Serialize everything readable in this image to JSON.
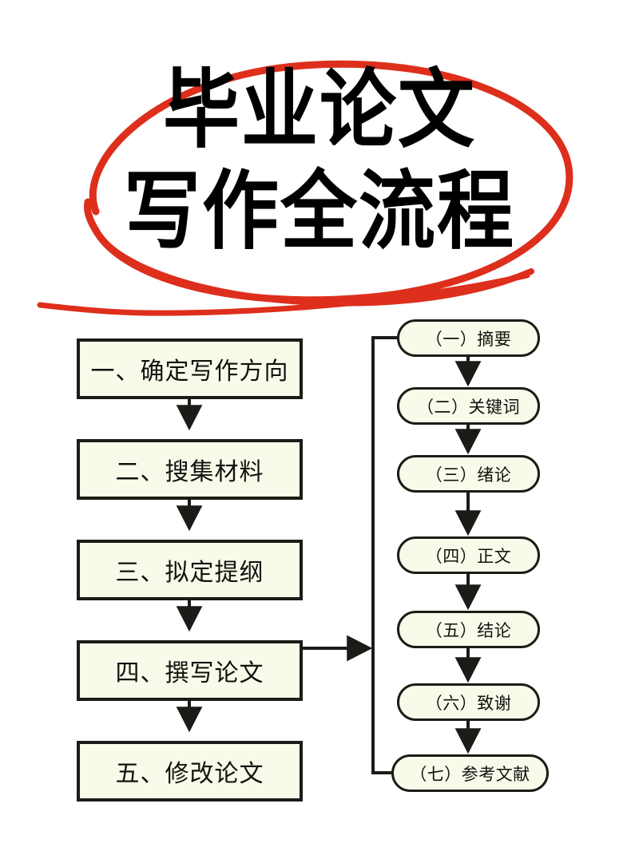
{
  "poster": {
    "background_color": "#ffffff",
    "accent_color": "#dd2f1c",
    "box_fill_color": "#fafaea",
    "box_border_color": "#1b1b17",
    "title": {
      "line1": "毕业论文",
      "line2": "写作全流程",
      "highlight_shape": "hand-drawn-red-ellipse"
    }
  },
  "chart_data": {
    "type": "diagram",
    "title": "毕业论文写作全流程",
    "orientation": "two-column-flowchart",
    "columns": [
      {
        "name": "main-process",
        "shape": "rectangle",
        "nodes": [
          "一、确定写作方向",
          "二、搜集材料",
          "三、拟定提纲",
          "四、撰写论文",
          "五、修改论文"
        ]
      },
      {
        "name": "paper-structure",
        "shape": "rounded-rectangle",
        "nodes": [
          "（一）摘要",
          "（二）关键词",
          "（三）绪论",
          "（四）正文",
          "（五）结论",
          "（六）致谢",
          "（七）参考文献"
        ]
      }
    ],
    "connections": [
      {
        "from": "一、确定写作方向",
        "to": "二、搜集材料",
        "style": "arrow-down"
      },
      {
        "from": "二、搜集材料",
        "to": "三、拟定提纲",
        "style": "arrow-down"
      },
      {
        "from": "三、拟定提纲",
        "to": "四、撰写论文",
        "style": "arrow-down"
      },
      {
        "from": "四、撰写论文",
        "to": "五、修改论文",
        "style": "arrow-down"
      },
      {
        "from": "四、撰写论文",
        "to": "paper-structure",
        "style": "arrow-right"
      },
      {
        "from": "（一）摘要",
        "to": "（二）关键词",
        "style": "arrow-down"
      },
      {
        "from": "（二）关键词",
        "to": "（三）绪论",
        "style": "arrow-down"
      },
      {
        "from": "（三）绪论",
        "to": "（四）正文",
        "style": "arrow-down"
      },
      {
        "from": "（四）正文",
        "to": "（五）结论",
        "style": "arrow-down"
      },
      {
        "from": "（五）结论",
        "to": "（六）致谢",
        "style": "arrow-down"
      },
      {
        "from": "（六）致谢",
        "to": "（七）参考文献",
        "style": "arrow-down"
      },
      {
        "from": "（一）摘要",
        "to": "（七）参考文献",
        "style": "left-spine-bracket"
      }
    ]
  },
  "left_column": {
    "steps": [
      {
        "label": "一、确定写作方向"
      },
      {
        "label": "二、搜集材料"
      },
      {
        "label": "三、拟定提纲"
      },
      {
        "label": "四、撰写论文"
      },
      {
        "label": "五、修改论文"
      }
    ]
  },
  "right_column": {
    "sections": [
      {
        "label": "（一）摘要"
      },
      {
        "label": "（二）关键词"
      },
      {
        "label": "（三）绪论"
      },
      {
        "label": "（四）正文"
      },
      {
        "label": "（五）结论"
      },
      {
        "label": "（六）致谢"
      },
      {
        "label": "（七）参考文献"
      }
    ]
  }
}
